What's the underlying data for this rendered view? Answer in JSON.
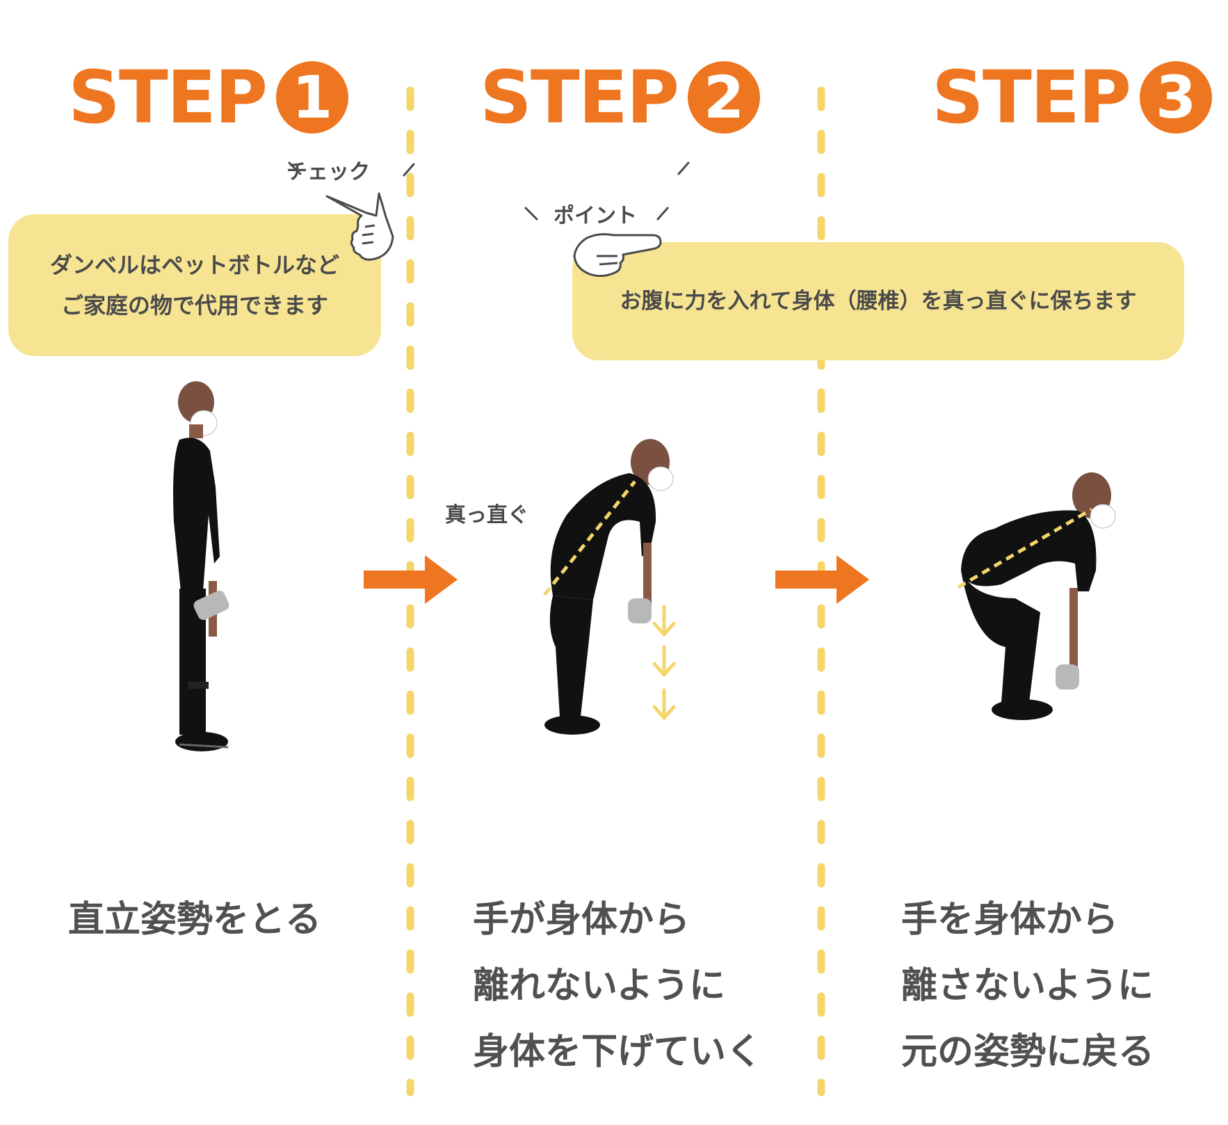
{
  "steps": [
    {
      "word": "STEP",
      "number": "1",
      "caption": [
        "直立姿勢をとる"
      ]
    },
    {
      "word": "STEP",
      "number": "2",
      "caption": [
        "手が身体から",
        "離れないように",
        "身体を下げていく"
      ]
    },
    {
      "word": "STEP",
      "number": "3",
      "caption": [
        "手を身体から",
        "離さないように",
        "元の姿勢に戻る"
      ]
    }
  ],
  "check_tag": "チェック",
  "check_bubble": [
    "ダンベルはペットボトルなど",
    "ご家庭の物で代用できます"
  ],
  "point_tag": "ポイント",
  "point_bubble": "お腹に力を入れて身体（腰椎）を真っ直ぐに保ちます",
  "straight_label": "真っ直ぐ",
  "colors": {
    "accent": "#ee7621",
    "bubble": "#f6e492",
    "divider": "#f5d66a",
    "text": "#4a4a4a"
  },
  "icons": [
    "checking-hand-icon",
    "pointing-hand-icon",
    "right-arrow-icon",
    "down-arrow-icon",
    "person-standing-figure",
    "person-bending-figure",
    "person-squat-figure"
  ]
}
